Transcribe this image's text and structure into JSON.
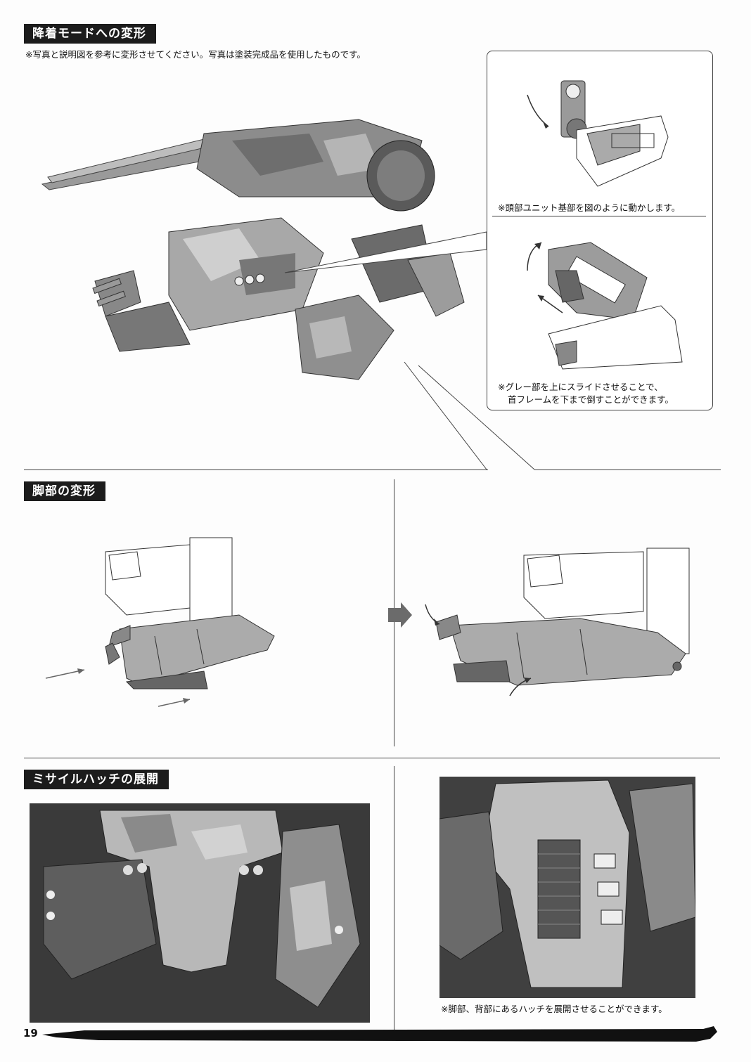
{
  "sections": {
    "landing": {
      "title": "降着モードへの変形",
      "intro": "※写真と説明図を参考に変形させてください。写真は塗装完成品を使用したものです。",
      "callout_1_note": "※頭部ユニット基部を図のように動かします。",
      "callout_2_note_line1": "※グレー部を上にスライドさせることで、",
      "callout_2_note_line2": "首フレームを下まで倒すことができます。"
    },
    "legs": {
      "title": "脚部の変形"
    },
    "missile": {
      "title": "ミサイルハッチの展開",
      "note": "※脚部、背部にあるハッチを展開させることができます。"
    }
  },
  "footer": {
    "page_number": "19"
  }
}
